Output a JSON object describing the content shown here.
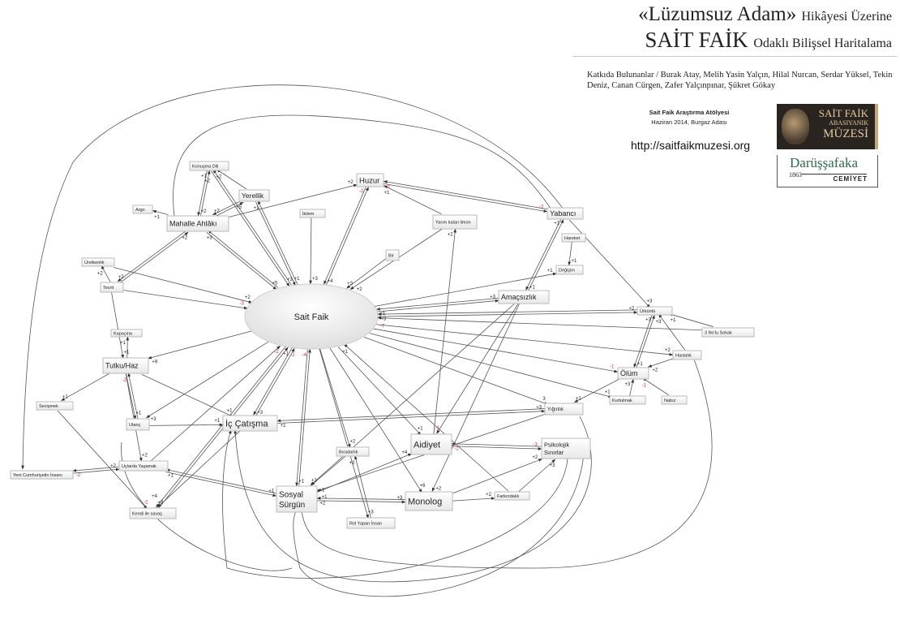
{
  "header": {
    "title_main": "«Lüzumsuz Adam»",
    "title_rest": "Hikâyesi Üzerine",
    "subtitle_main": "SAİT FAİK",
    "subtitle_rest": "Odaklı Bilişsel Haritalama",
    "contributors": "Katkıda Bulunanlar / Burak Atay, Melih Yasin Yalçın, Hilal Nurcan, Serdar Yüksel, Tekin Deniz, Canan Cürgen, Zafer Yalçınpınar, Şükret Gökay",
    "workshop": "Sait Faik Araştırma Atölyesi",
    "workshop_date": "Haziran 2014, Burgaz Adası",
    "url": "http://saitfaikmuzesi.org"
  },
  "logos": {
    "museum": [
      "SAİT FAİK",
      "ABASIYANIK",
      "MÜZESİ"
    ],
    "darussafaka": "Darüşşafaka",
    "darussafaka_year": "1863",
    "darussafaka_sub": "CEMİYET"
  },
  "nodes": [
    {
      "id": "sf",
      "label": "Sait Faik"
    },
    {
      "id": "konusma",
      "label": "Konuşma Dili"
    },
    {
      "id": "yerellik",
      "label": "Yerellik"
    },
    {
      "id": "huzur",
      "label": "Huzur"
    },
    {
      "id": "argo",
      "label": "Argo"
    },
    {
      "id": "mahalle",
      "label": "Mahalle Ahlâkı"
    },
    {
      "id": "ikilem",
      "label": "İkilem"
    },
    {
      "id": "limon",
      "label": "Yarım kalan limon"
    },
    {
      "id": "bir",
      "label": "Bir"
    },
    {
      "id": "uretkenlik",
      "label": "Üretkenlik"
    },
    {
      "id": "tecrit",
      "label": "Tecrit"
    },
    {
      "id": "yabanci",
      "label": "Yabancı"
    },
    {
      "id": "hareket",
      "label": "Hareket"
    },
    {
      "id": "degisim",
      "label": "Değişim"
    },
    {
      "id": "amacsizlik",
      "label": "Amaçsızlık"
    },
    {
      "id": "urkuntu",
      "label": "Ürküntü"
    },
    {
      "id": "sokak",
      "label": "3 No'lu Sokak"
    },
    {
      "id": "hastalik",
      "label": "Hastalık"
    },
    {
      "id": "olum",
      "label": "Ölüm"
    },
    {
      "id": "nabiz",
      "label": "Nabız"
    },
    {
      "id": "kurtulmak",
      "label": "Kurtulmak"
    },
    {
      "id": "yiginlik",
      "label": "Yığınlık"
    },
    {
      "id": "kapacina",
      "label": "Kapaçina"
    },
    {
      "id": "tutku",
      "label": "Tutku/Haz"
    },
    {
      "id": "sevismek",
      "label": "Sevişmek"
    },
    {
      "id": "utanc",
      "label": "Utanç"
    },
    {
      "id": "iccatisma",
      "label": "İç Çatışma"
    },
    {
      "id": "aidiyet",
      "label": "Aidiyet"
    },
    {
      "id": "psikolojik",
      "label": "Psikolojik Sınırlar"
    },
    {
      "id": "biradarlik",
      "label": "Bıradarlık"
    },
    {
      "id": "uclarda",
      "label": "Uçlarda Yaşamak"
    },
    {
      "id": "yenicumhuriyet",
      "label": "Yeni Cumhuriyetin İnsanı"
    },
    {
      "id": "sosyal",
      "label": "Sosyal Sürgün"
    },
    {
      "id": "monolog",
      "label": "Monolog"
    },
    {
      "id": "farkindalik",
      "label": "Farkındalık"
    },
    {
      "id": "kendi",
      "label": "Kendi ile savaş"
    },
    {
      "id": "rolyapan",
      "label": "Rol Yapan İnsan"
    }
  ],
  "edges": [
    {
      "from": "mahalle",
      "to": "konusma",
      "w": "+1"
    },
    {
      "from": "konusma",
      "to": "mahalle",
      "w": "+2"
    },
    {
      "from": "yerellik",
      "to": "konusma",
      "w": "+2"
    },
    {
      "from": "yerellik",
      "to": "mahalle",
      "w": "+2"
    },
    {
      "from": "mahalle",
      "to": "yerellik",
      "w": "+5"
    },
    {
      "from": "sf",
      "to": "konusma",
      "w": "+2"
    },
    {
      "from": "konusma",
      "to": "sf",
      "w": "+3"
    },
    {
      "from": "yerellik",
      "to": "sf",
      "w": "+1"
    },
    {
      "from": "sf",
      "to": "yerellik",
      "w": "+1"
    },
    {
      "from": "mahalle",
      "to": "argo",
      "w": "+1"
    },
    {
      "from": "mahalle",
      "to": "huzur",
      "w": "+2"
    },
    {
      "from": "mahalle",
      "to": "tecrit",
      "w": "+2"
    },
    {
      "from": "tecrit",
      "to": "mahalle",
      "w": "+2"
    },
    {
      "from": "sf",
      "to": "mahalle",
      "w": "+3"
    },
    {
      "from": "mahalle",
      "to": "sf",
      "w": "+5"
    },
    {
      "from": "sf",
      "to": "huzur",
      "w": "-2"
    },
    {
      "from": "huzur",
      "to": "sf",
      "w": "+4"
    },
    {
      "from": "ikilem",
      "to": "sf",
      "w": "+3"
    },
    {
      "from": "bir",
      "to": "sf",
      "w": "+3"
    },
    {
      "from": "limon",
      "to": "huzur",
      "w": "+1"
    },
    {
      "from": "limon",
      "to": "sf",
      "w": "+2"
    },
    {
      "from": "aidiyet",
      "to": "limon",
      "w": "+2"
    },
    {
      "from": "yabanci",
      "to": "huzur",
      "w": "-2"
    },
    {
      "from": "huzur",
      "to": "yabanci",
      "w": "-2"
    },
    {
      "from": "uretkenlik",
      "to": "sf",
      "w": "+2"
    },
    {
      "from": "tecrit",
      "to": "uretkenlik",
      "w": "+2"
    },
    {
      "from": "tecrit",
      "to": "sf",
      "w": "-3"
    },
    {
      "from": "tecrit",
      "to": "tutku",
      "w": "+1"
    },
    {
      "from": "yabanci",
      "to": "amacsizlik",
      "w": "+1"
    },
    {
      "from": "amacsizlik",
      "to": "yabanci",
      "w": "+1"
    },
    {
      "from": "hareket",
      "to": "degisim",
      "w": "+1"
    },
    {
      "from": "sf",
      "to": "degisim",
      "w": "+1"
    },
    {
      "from": "sf",
      "to": "amacsizlik",
      "w": "+3"
    },
    {
      "from": "amacsizlik",
      "to": "sf",
      "w": "+1"
    },
    {
      "from": "yabanci",
      "to": "urkuntu",
      "w": "+3"
    },
    {
      "from": "urkuntu",
      "to": "sf",
      "w": "+3"
    },
    {
      "from": "sf",
      "to": "urkuntu",
      "w": "+2"
    },
    {
      "from": "sokak",
      "to": "urkuntu",
      "w": "+1"
    },
    {
      "from": "sokak",
      "to": "sf",
      "w": "-7"
    },
    {
      "from": "sf",
      "to": "hastalik",
      "w": "+2"
    },
    {
      "from": "hastalik",
      "to": "olum",
      "w": "+2"
    },
    {
      "from": "hastalik",
      "to": "urkuntu",
      "w": "+3"
    },
    {
      "from": "olum",
      "to": "urkuntu",
      "w": "+3"
    },
    {
      "from": "urkuntu",
      "to": "olum",
      "w": "+1"
    },
    {
      "from": "nabiz",
      "to": "olum",
      "w": "-1"
    },
    {
      "from": "kurtulmak",
      "to": "olum",
      "w": "+3"
    },
    {
      "from": "sf",
      "to": "olum",
      "w": "-1"
    },
    {
      "from": "sf",
      "to": "kurtulmak",
      "w": "+1"
    },
    {
      "from": "olum",
      "to": "yiginlik",
      "w": "+1"
    },
    {
      "from": "iccatisma",
      "to": "yiginlik",
      "w": "+3"
    },
    {
      "from": "yiginlik",
      "to": "iccatisma",
      "w": "+1"
    },
    {
      "from": "sf",
      "to": "yiginlik",
      "w": "3"
    },
    {
      "from": "sf",
      "to": "tutku",
      "w": "+9"
    },
    {
      "from": "tutku",
      "to": "kapacina",
      "w": "+1"
    },
    {
      "from": "tutku",
      "to": "sevismek",
      "w": "+1"
    },
    {
      "from": "tutku",
      "to": "utanc",
      "w": "+1"
    },
    {
      "from": "utanc",
      "to": "tutku",
      "w": "-2"
    },
    {
      "from": "tutku",
      "to": "iccatisma",
      "w": "+1"
    },
    {
      "from": "tutku",
      "to": "uclarda",
      "w": "+2"
    },
    {
      "from": "sf",
      "to": "utanc",
      "w": "+3"
    },
    {
      "from": "utanc",
      "to": "iccatisma",
      "w": "+1"
    },
    {
      "from": "sevismek",
      "to": "kendi",
      "w": "-2"
    },
    {
      "from": "uclarda",
      "to": "yenicumhuriyet",
      "w": "-2"
    },
    {
      "from": "yenicumhuriyet",
      "to": "uclarda",
      "w": "+2"
    },
    {
      "from": "uclarda",
      "to": "sf",
      "w": "-2"
    },
    {
      "from": "sosyal",
      "to": "uclarda",
      "w": "+1"
    },
    {
      "from": "uclarda",
      "to": "sosyal",
      "w": "+1"
    },
    {
      "from": "kendi",
      "to": "sf",
      "w": "+1"
    },
    {
      "from": "iccatisma",
      "to": "kendi",
      "w": "+3"
    },
    {
      "from": "sf",
      "to": "kendi",
      "w": "+4"
    },
    {
      "from": "iccatisma",
      "to": "sf",
      "w": "-2"
    },
    {
      "from": "sf",
      "to": "iccatisma",
      "w": "+3"
    },
    {
      "from": "sf",
      "to": "sosyal",
      "w": "+1"
    },
    {
      "from": "sosyal",
      "to": "sf",
      "w": "-4"
    },
    {
      "from": "sf",
      "to": "aidiyet",
      "w": "+1"
    },
    {
      "from": "amacsizlik",
      "to": "aidiyet",
      "w": "-1"
    },
    {
      "from": "psikolojik",
      "to": "aidiyet",
      "w": "-2"
    },
    {
      "from": "aidiyet",
      "to": "psikolojik",
      "w": "-3"
    },
    {
      "from": "sosyal",
      "to": "aidiyet",
      "w": "+4"
    },
    {
      "from": "sf",
      "to": "monolog",
      "w": "+6"
    },
    {
      "from": "monolog",
      "to": "sosyal",
      "w": "+2"
    },
    {
      "from": "sosyal",
      "to": "monolog",
      "w": "+3"
    },
    {
      "from": "monolog",
      "to": "farkindalik",
      "w": "+2"
    },
    {
      "from": "farkindalik",
      "to": "psikolojik",
      "w": "+3"
    },
    {
      "from": "monolog",
      "to": "psikolojik",
      "w": "+2"
    },
    {
      "from": "amacsizlik",
      "to": "monolog",
      "w": "+2"
    },
    {
      "from": "farkindalik",
      "to": "sf",
      "w": "+1"
    },
    {
      "from": "rolyapan",
      "to": "biradarlik",
      "w": "+2"
    },
    {
      "from": "sf",
      "to": "rolyapan",
      "w": "+3"
    },
    {
      "from": "biradarlik",
      "to": "sosyal",
      "w": "+1"
    },
    {
      "from": "sf",
      "to": "biradarlik",
      "w": "+2"
    },
    {
      "from": "amacsizlik",
      "to": "sosyal",
      "w": "+1"
    },
    {
      "from": "yiginlik",
      "to": "sosyal",
      "w": "+1"
    }
  ]
}
